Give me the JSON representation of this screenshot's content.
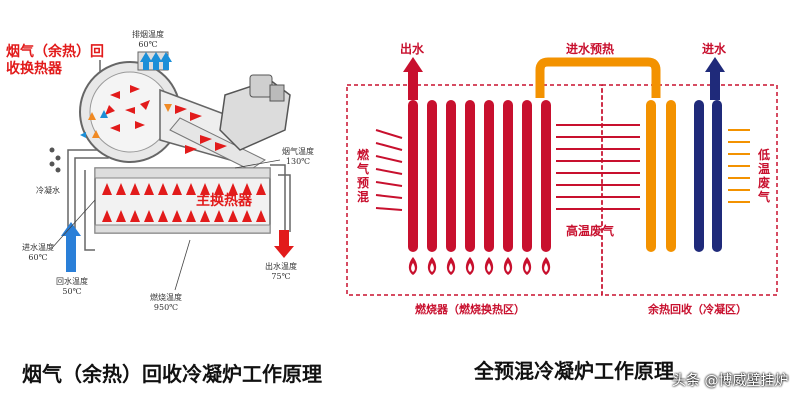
{
  "left": {
    "flue_recovery_label": "烟气（余热）回收换热器",
    "exhaust_temp": {
      "title": "排烟温度",
      "value": "60℃"
    },
    "flue_temp": {
      "title": "烟气温度",
      "value": "130℃"
    },
    "condensate": "冷凝水",
    "main_exchanger_label": "主换热器",
    "inlet_temp": {
      "title": "进水温度",
      "value": "60℃"
    },
    "return_temp": {
      "title": "回水温度",
      "value": "50℃"
    },
    "outlet_temp": {
      "title": "出水温度",
      "value": "75℃"
    },
    "combustion_temp": {
      "title": "燃烧温度",
      "value": "950℃"
    }
  },
  "right": {
    "water_out": "出水",
    "preheat": "进水预热",
    "water_in": "进水",
    "gas_premix": "燃气预混",
    "hot_exhaust": "高温废气",
    "low_temp_exhaust": "低温废气",
    "burner_zone": "燃烧器（燃烧换热区）",
    "recovery_zone": "余热回收（冷凝区）"
  },
  "captions": {
    "left": "烟气（余热）回收冷凝炉工作原理",
    "right": "全预混冷凝炉工作原理"
  },
  "watermark": "头条 @博威壁挂炉",
  "colors": {
    "red": "#c8102e",
    "orange": "#f39200",
    "navy": "#1f2a7a",
    "blue": "#1b8fd8"
  }
}
